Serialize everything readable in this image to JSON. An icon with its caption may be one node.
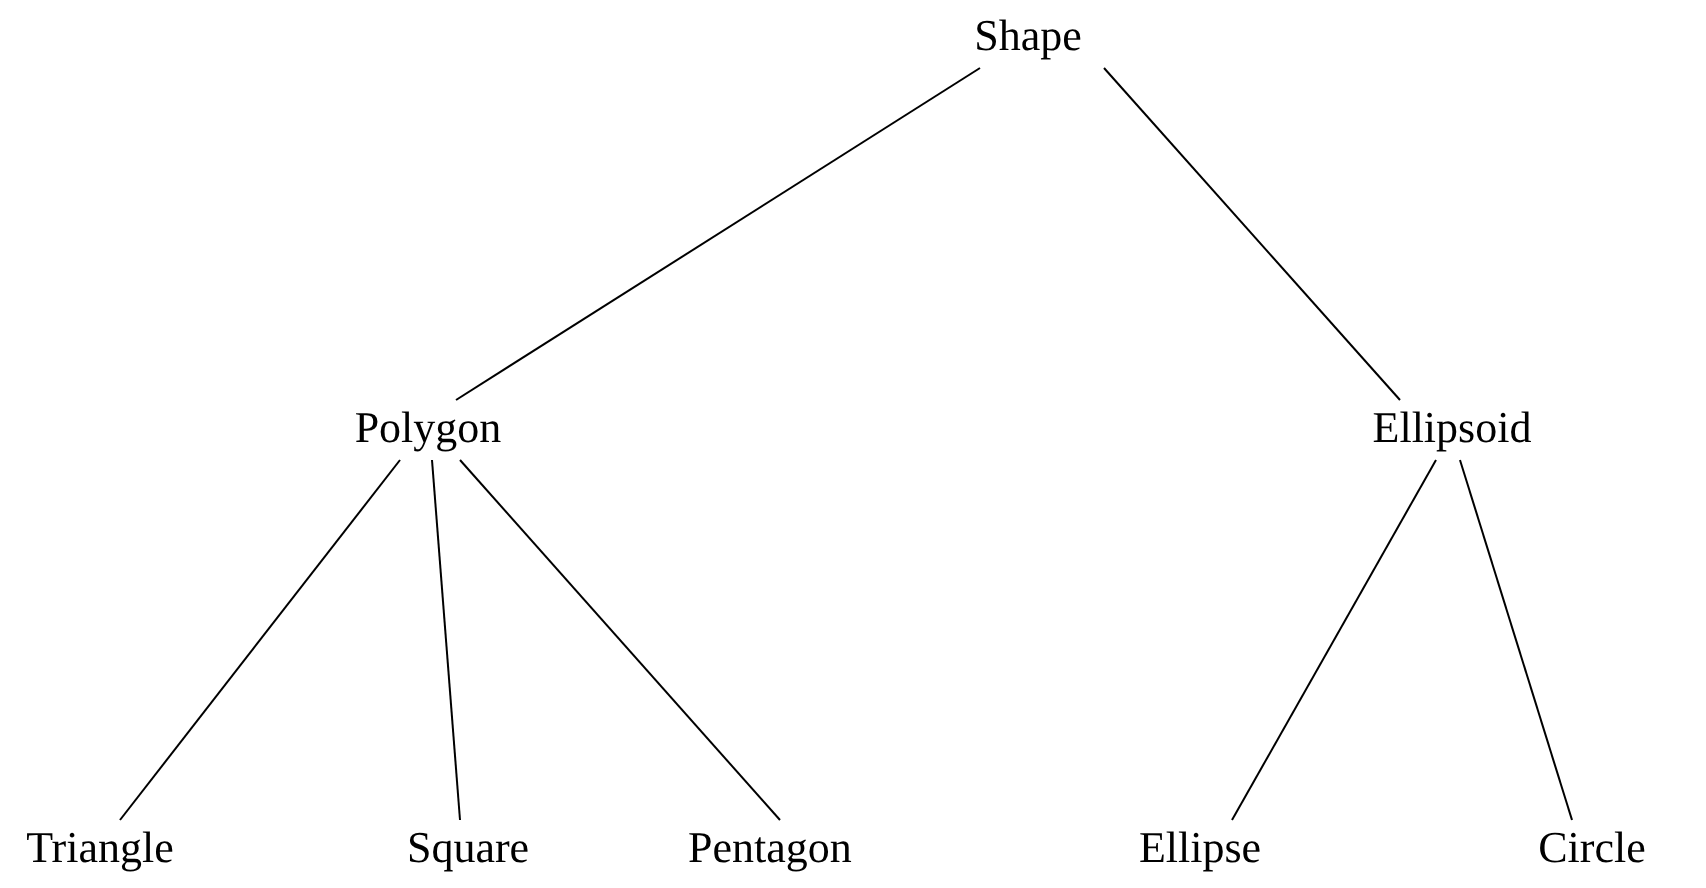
{
  "diagram": {
    "nodes": [
      {
        "text": [
          "Shape"
        ]
      },
      {
        "text": [
          "Polygon"
        ]
      },
      {
        "text": [
          "Ellipsoid"
        ]
      },
      {
        "text": [
          "Triangle"
        ]
      },
      {
        "text": [
          "Square"
        ]
      },
      {
        "text": [
          "Pentagon"
        ]
      },
      {
        "text": [
          "Ellipse"
        ]
      },
      {
        "text": [
          "Circle"
        ]
      }
    ],
    "edges": [
      {
        "from": 0,
        "to": 1,
        "arrow": "none"
      },
      {
        "from": 0,
        "to": 2,
        "arrow": "none"
      },
      {
        "from": 1,
        "to": 3,
        "arrow": "none"
      },
      {
        "from": 1,
        "to": 4,
        "arrow": "none"
      },
      {
        "from": 1,
        "to": 5,
        "arrow": "none"
      },
      {
        "from": 2,
        "to": 6,
        "arrow": "none"
      },
      {
        "from": 2,
        "to": 7,
        "arrow": "none"
      }
    ]
  }
}
